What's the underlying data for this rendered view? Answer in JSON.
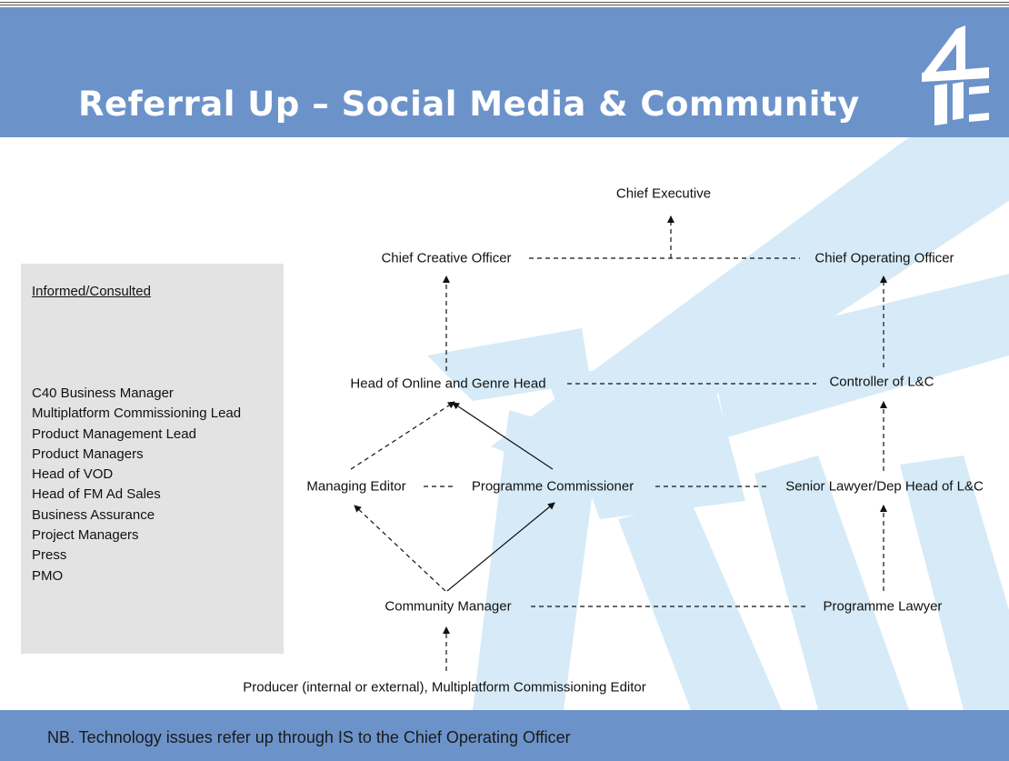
{
  "slide": {
    "title": "Referral Up – Social Media & Community",
    "footer_note": "NB. Technology issues refer up through IS to the Chief Operating Officer"
  },
  "colors": {
    "header_band": "#6c93c9",
    "panel_bg": "#e3e3e3",
    "background_art": "#d6ebf7"
  },
  "icons": {
    "logo": "channel-4-logo"
  },
  "informed_panel": {
    "heading": "Informed/Consulted",
    "items": [
      "C40 Business Manager",
      "Multiplatform Commissioning Lead",
      "Product Management Lead",
      "Product Managers",
      "Head of VOD",
      "Head of FM Ad Sales",
      "Business Assurance",
      "Project Managers",
      "Press",
      "PMO"
    ]
  },
  "nodes": {
    "chief_executive": "Chief Executive",
    "chief_creative_officer": "Chief Creative Officer",
    "chief_operating_officer": "Chief Operating Officer",
    "head_of_online": "Head of Online and Genre Head",
    "controller_lc": "Controller of L&C",
    "managing_editor": "Managing Editor",
    "programme_commissioner": "Programme Commissioner",
    "senior_lawyer": "Senior Lawyer/Dep Head of L&C",
    "community_manager": "Community Manager",
    "programme_lawyer": "Programme Lawyer",
    "producer": "Producer (internal or external), Multiplatform Commissioning Editor"
  }
}
